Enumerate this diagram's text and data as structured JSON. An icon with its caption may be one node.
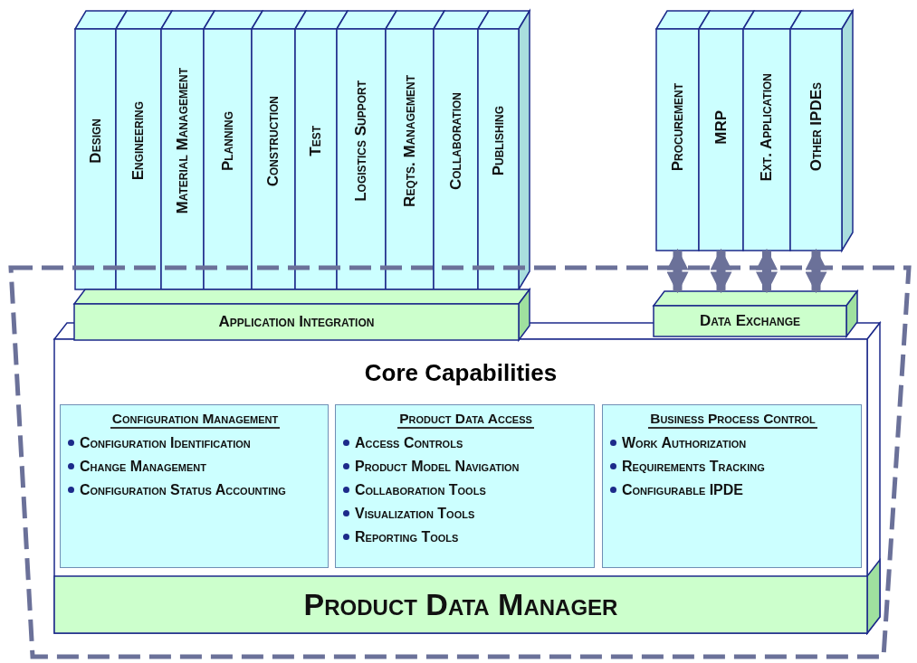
{
  "diagram": {
    "nodes": [
      {
        "text": [
          "Design"
        ]
      },
      {
        "text": [
          "Engineering"
        ]
      },
      {
        "text": [
          "Material Management"
        ]
      },
      {
        "text": [
          "Planning"
        ]
      },
      {
        "text": [
          "Construction"
        ]
      },
      {
        "text": [
          "Test"
        ]
      },
      {
        "text": [
          "Logistics Support"
        ]
      },
      {
        "text": [
          "Reqts. Management"
        ]
      },
      {
        "text": [
          "Collaboration"
        ]
      },
      {
        "text": [
          "Publishing"
        ]
      },
      {
        "text": [
          "Application Integration"
        ]
      },
      {
        "text": [
          "Procurement"
        ]
      },
      {
        "text": [
          "MRP"
        ]
      },
      {
        "text": [
          "Ext. Application"
        ]
      },
      {
        "text": [
          "Other IPDEs"
        ]
      },
      {
        "text": [
          "Data Exchange"
        ]
      },
      {
        "text": [
          "Core Capabilities"
        ]
      },
      {
        "text": [
          "Configuration Management",
          "Configuration Identification",
          "Change Management",
          "Configuration Status Accounting"
        ],
        "in": 16
      },
      {
        "text": [
          "Product Data Access",
          "Access Controls",
          "Product Model Navigation",
          "Collaboration Tools",
          "Visualization Tools",
          "Reporting Tools"
        ],
        "in": 16
      },
      {
        "text": [
          "Business Process Control",
          "Work Authorization",
          "Requirements Tracking",
          "Configurable IPDE"
        ],
        "in": 16
      },
      {
        "text": [
          "Product Data Manager"
        ],
        "in": 16
      }
    ],
    "edges": [
      {
        "from": 11,
        "to": 15,
        "arrow": "both"
      },
      {
        "from": 12,
        "to": 15,
        "arrow": "both"
      },
      {
        "from": 13,
        "to": 15,
        "arrow": "both"
      },
      {
        "from": 14,
        "to": 15,
        "arrow": "both"
      }
    ]
  }
}
